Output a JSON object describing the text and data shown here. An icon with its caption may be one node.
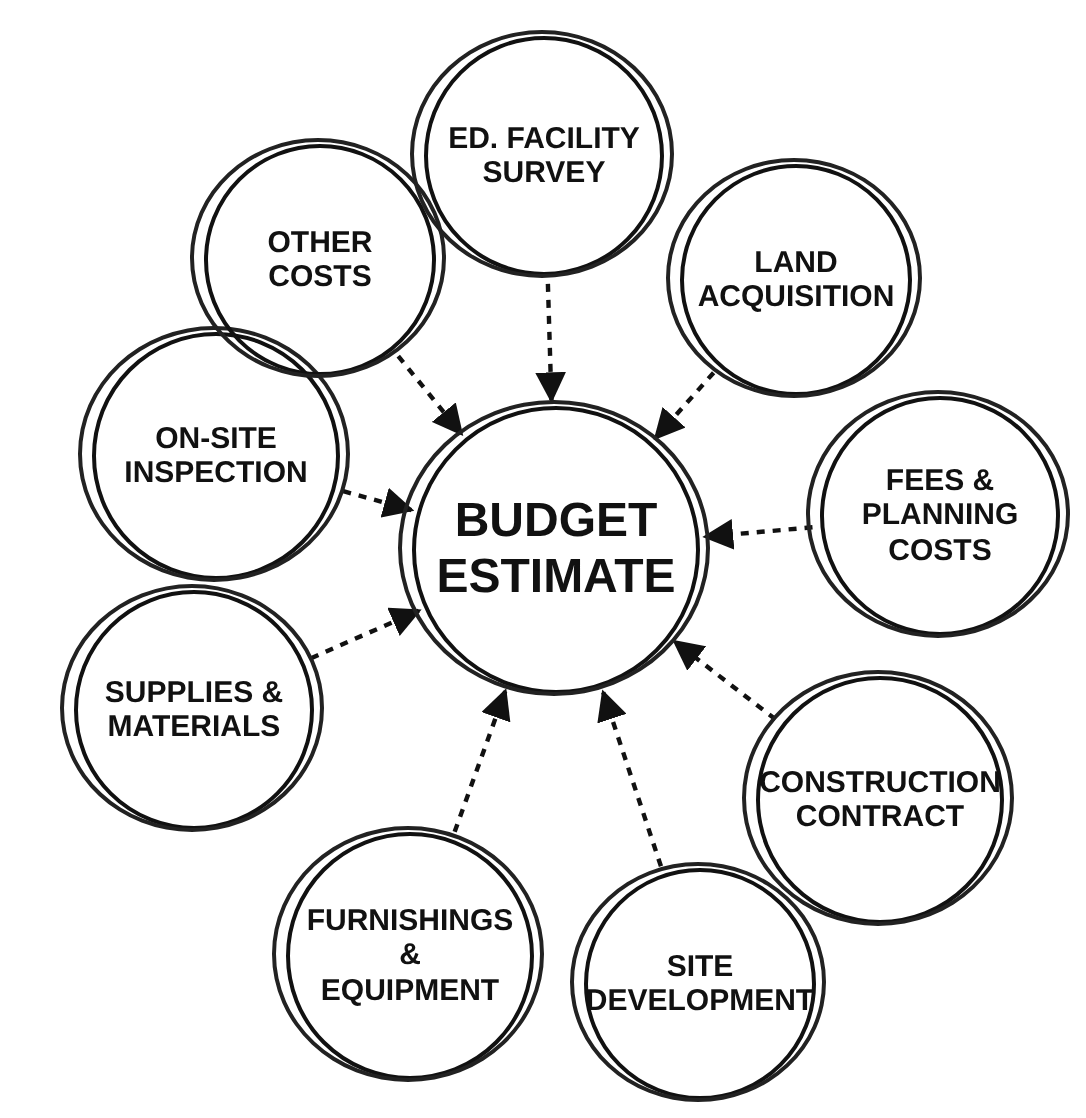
{
  "diagram": {
    "nodes": [
      {
        "text": [
          "BUDGET ESTIMATE"
        ]
      },
      {
        "text": [
          "ED. FACILITY SURVEY"
        ]
      },
      {
        "text": [
          "LAND ACQUISITION"
        ]
      },
      {
        "text": [
          "FEES & PLANNING COSTS"
        ]
      },
      {
        "text": [
          "CONSTRUCTION CONTRACT"
        ]
      },
      {
        "text": [
          "SITE DEVELOPMENT"
        ]
      },
      {
        "text": [
          "FURNISHINGS & EQUIPMENT"
        ]
      },
      {
        "text": [
          "SUPPLIES & MATERIALS"
        ]
      },
      {
        "text": [
          "ON-SITE INSPECTION"
        ]
      },
      {
        "text": [
          "OTHER COSTS"
        ]
      }
    ],
    "edges": [
      {
        "from": 1,
        "to": 0,
        "arrow": "to",
        "style": "dashed"
      },
      {
        "from": 2,
        "to": 0,
        "arrow": "to",
        "style": "dashed"
      },
      {
        "from": 3,
        "to": 0,
        "arrow": "to",
        "style": "dashed"
      },
      {
        "from": 4,
        "to": 0,
        "arrow": "to",
        "style": "dashed"
      },
      {
        "from": 5,
        "to": 0,
        "arrow": "to",
        "style": "dashed"
      },
      {
        "from": 6,
        "to": 0,
        "arrow": "to",
        "style": "dashed"
      },
      {
        "from": 7,
        "to": 0,
        "arrow": "to",
        "style": "dashed"
      },
      {
        "from": 8,
        "to": 0,
        "arrow": "to",
        "style": "dashed"
      },
      {
        "from": 9,
        "to": 0,
        "arrow": "to",
        "style": "dashed"
      }
    ]
  }
}
